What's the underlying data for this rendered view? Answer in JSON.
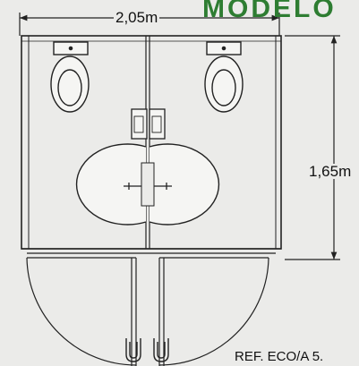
{
  "title_fragment": "MODELO",
  "dimensions": {
    "width": "2,05m",
    "depth": "1,65m"
  },
  "reference": "REF. ECO/A 5.",
  "colors": {
    "title": "#2e7d32",
    "lines": "#222222",
    "background": "#ebebe9"
  },
  "icons": [
    "toilet-icon",
    "wash-basin-icon",
    "faucet-icon",
    "door-swing-icon",
    "door-handle-icon"
  ]
}
